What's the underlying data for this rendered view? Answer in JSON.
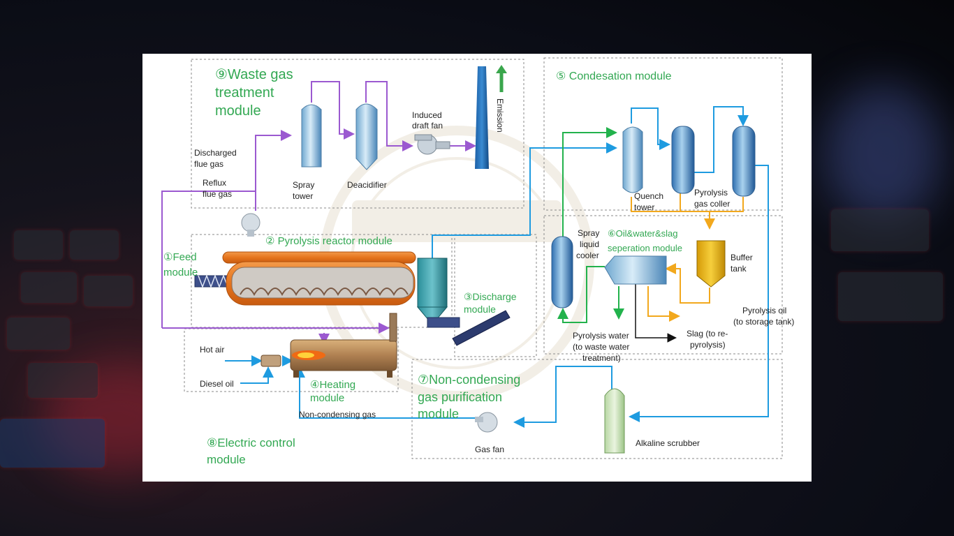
{
  "modules": {
    "waste_gas": [
      "⑨Waste gas",
      "treatment",
      "module"
    ],
    "condensation": "⑤ Condesation module",
    "feed": [
      "①Feed",
      "module"
    ],
    "pyrolysis_reactor": "② Pyrolysis reactor module",
    "oil_water_slag": [
      "⑥Oil&water&slag",
      "seperation module"
    ],
    "discharge": [
      "③Discharge",
      "module"
    ],
    "heating": [
      "④Heating",
      "module"
    ],
    "non_condensing": [
      "⑦Non-condensing",
      "gas purification",
      "module"
    ],
    "electric_control": [
      "⑧Electric control",
      "module"
    ]
  },
  "labels": {
    "emission": "Emission",
    "induced_draft_fan": [
      "Induced",
      "draft fan"
    ],
    "discharged_flue_gas": [
      "Discharged",
      "flue gas"
    ],
    "reflux_flue_gas": [
      "Reflux",
      "flue gas"
    ],
    "spray_tower": [
      "Spray",
      "tower"
    ],
    "deacidifier": "Deacidifier",
    "quench_tower": [
      "Quench",
      "tower"
    ],
    "pyrolysis_gas_cooler": [
      "Pyrolysis",
      "gas coller"
    ],
    "spray_liquid_cooler": [
      "Spray",
      "liquid",
      "cooler"
    ],
    "buffer_tank": [
      "Buffer",
      "tank"
    ],
    "pyrolysis_oil": [
      "Pyrolysis oil",
      "(to storage tank)"
    ],
    "pyrolysis_water": [
      "Pyrolysis water",
      "(to waste water",
      "treatment)"
    ],
    "slag": [
      "Slag (to re-",
      "pyrolysis)"
    ],
    "hot_air": "Hot air",
    "diesel_oil": "Diesel oil",
    "non_condensing_gas": "Non-condensing gas",
    "gas_fan": "Gas fan",
    "alkaline_scrubber": "Alkaline scrubber"
  },
  "colors": {
    "module_text": "#33a853",
    "flue_gas_line": "#9b59d0",
    "gas_line": "#1e9be0",
    "water_line": "#22b24c",
    "slag_line": "#f2a81d",
    "reactor": "#e87722"
  }
}
